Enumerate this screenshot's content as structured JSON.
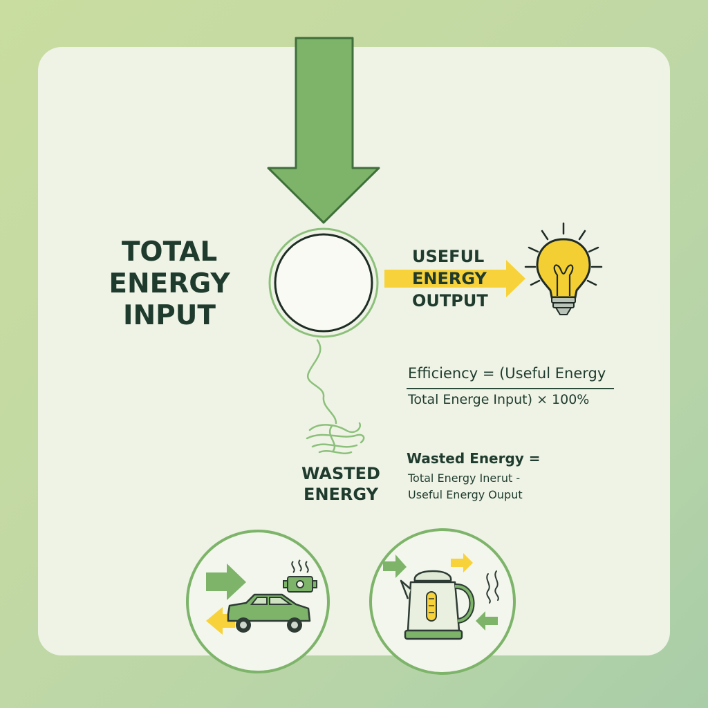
{
  "labels": {
    "total_input": "TOTAL ENERGY INPUT",
    "useful_output": "USEFUL ENERGY OUTPUT",
    "wasted": "WASTED ENERGY"
  },
  "formulas": {
    "efficiency_numerator": "Efficiency = (Useful Energy",
    "efficiency_denominator": "Total Energe Input) × 100%",
    "wasted_title": "Wasted Energy =",
    "wasted_line1": "Total Energy Inerut -",
    "wasted_line2": "Useful Energy Ouput"
  },
  "colors": {
    "input_arrow": "#7db46a",
    "output_arrow": "#f7d23a",
    "ring": "#8cc07a",
    "text": "#1f3b2d"
  },
  "icons": [
    "light-bulb-icon",
    "car-icon",
    "engine-icon",
    "kettle-icon",
    "heat-waves-icon"
  ]
}
